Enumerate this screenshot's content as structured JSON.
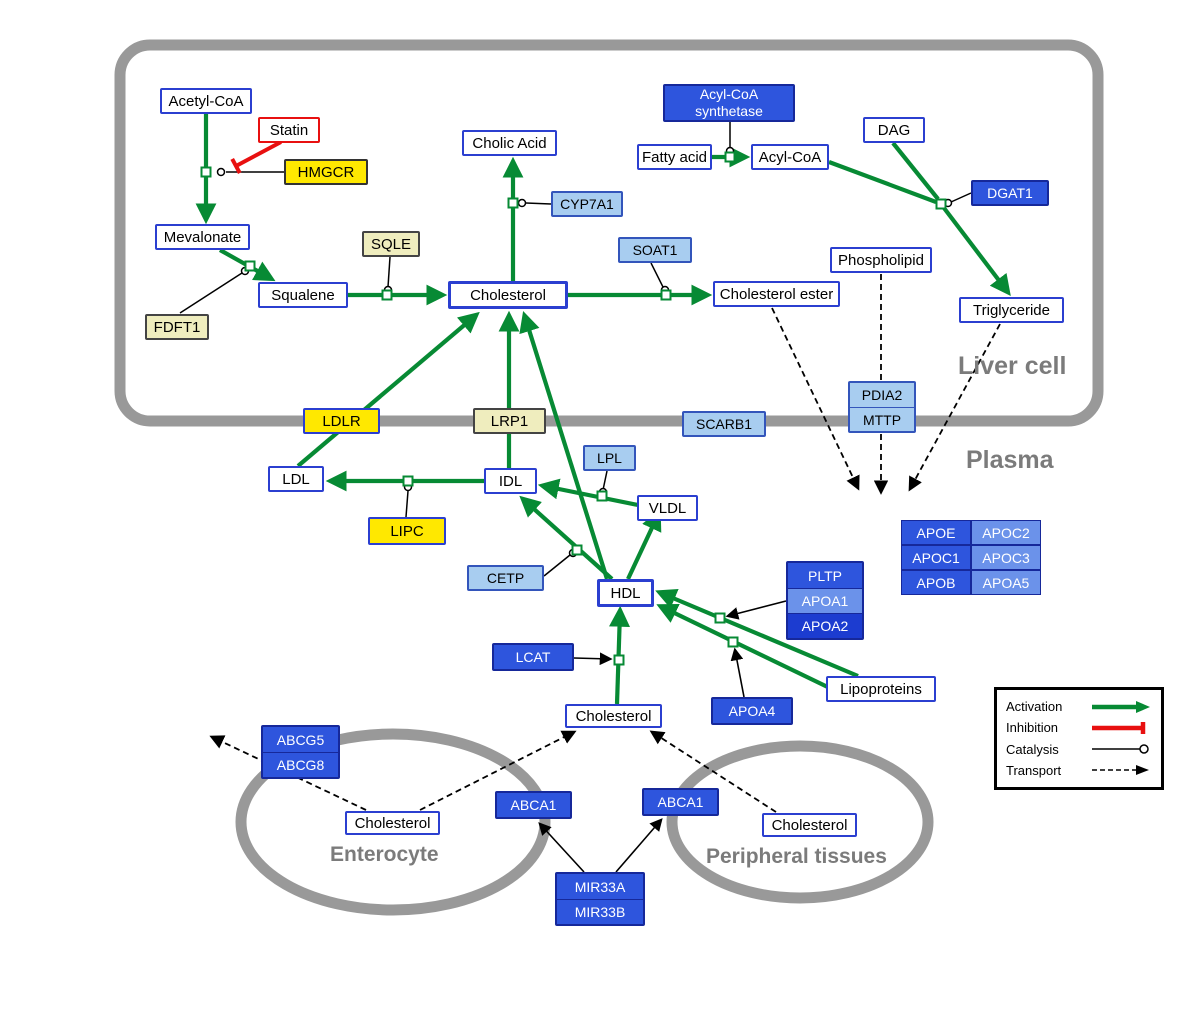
{
  "compartments": {
    "liver": "Liver cell",
    "plasma": "Plasma",
    "enterocyte": "Enterocyte",
    "peripheral": "Peripheral tissues"
  },
  "nodes": {
    "acetyl_coa": "Acetyl-CoA",
    "statin": "Statin",
    "hmgcr": "HMGCR",
    "mevalonate": "Mevalonate",
    "fdft1": "FDFT1",
    "squalene": "Squalene",
    "sqle": "SQLE",
    "cholesterol_liver": "Cholesterol",
    "cholic_acid": "Cholic Acid",
    "cyp7a1": "CYP7A1",
    "soat1": "SOAT1",
    "cholesterol_ester": "Cholesterol ester",
    "acyl_coa_synthetase": "Acyl-CoA synthetase",
    "fatty_acid": "Fatty acid",
    "acyl_coa": "Acyl-CoA",
    "dag": "DAG",
    "dgat1": "DGAT1",
    "phospholipid": "Phospholipid",
    "triglyceride": "Triglyceride",
    "pdia2": "PDIA2",
    "mttp": "MTTP",
    "ldlr": "LDLR",
    "lrp1": "LRP1",
    "scarb1": "SCARB1",
    "ldl": "LDL",
    "idl": "IDL",
    "lpl": "LPL",
    "vldl": "VLDL",
    "lipc": "LIPC",
    "cetp": "CETP",
    "hdl": "HDL",
    "pltp": "PLTP",
    "apoa1": "APOA1",
    "apoa2": "APOA2",
    "apoe": "APOE",
    "apoc2": "APOC2",
    "apoc1": "APOC1",
    "apoc3": "APOC3",
    "apob": "APOB",
    "apoa5": "APOA5",
    "lcat": "LCAT",
    "apoa4": "APOA4",
    "lipoproteins": "Lipoproteins",
    "cholesterol_plasma": "Cholesterol",
    "abcg5": "ABCG5",
    "abcg8": "ABCG8",
    "cholesterol_enterocyte": "Cholesterol",
    "abca1_left": "ABCA1",
    "abca1_right": "ABCA1",
    "cholesterol_peripheral": "Cholesterol",
    "mir33a": "MIR33A",
    "mir33b": "MIR33B"
  },
  "legend": {
    "activation": "Activation",
    "inhibition": "Inhibition",
    "catalysis": "Catalysis",
    "transport": "Transport"
  },
  "colors": {
    "activation_green": "#078a34",
    "inhibition_red": "#e81010",
    "metabolite_border_blue": "#2b3fd0",
    "enzyme_yellow": "#ffe800",
    "enzyme_pale_yellow": "#efedbe",
    "protein_light_blue": "#a8cdf0",
    "protein_blue": "#2e55dd",
    "protein_blue_light": "#6b92ea",
    "protein_blue_dark": "#1c3cd0",
    "compartment_gray": "#999999"
  }
}
